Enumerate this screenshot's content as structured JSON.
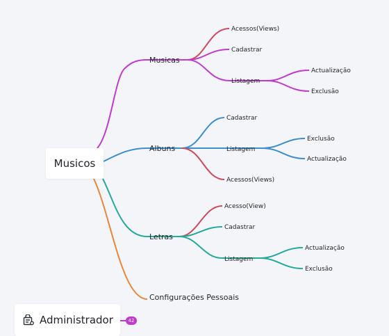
{
  "root": {
    "label": "Musicos"
  },
  "colors": {
    "musicas": "#c13ad0",
    "albuns": "#3c8ed0",
    "letras": "#24a99c",
    "config": "#e8873a",
    "red": "#d0485b",
    "purple": "#c13ad0"
  },
  "branches": {
    "musicas": {
      "label": "Musicas",
      "children": {
        "acessos": "Acessos(Views)",
        "cadastrar": "Cadastrar",
        "listagem": "Listagem",
        "listagem_children": {
          "actualizacao": "Actualização",
          "exclusao": "Exclusão"
        }
      }
    },
    "albuns": {
      "label": "Albuns",
      "children": {
        "cadastrar": "Cadastrar",
        "listagem": "Listagem",
        "acessos": "Acessos(Views)",
        "listagem_children": {
          "exclusao": "Exclusão",
          "actualizacao": "Actualização"
        }
      }
    },
    "letras": {
      "label": "Letras",
      "children": {
        "acesso": "Acesso(View)",
        "cadastrar": "Cadastrar",
        "listagem": "Listagem",
        "listagem_children": {
          "actualizacao": "Actualização",
          "exclusao": "Exclusão"
        }
      }
    },
    "config": {
      "label": "Configurações Pessoais"
    }
  },
  "admin": {
    "label": "Administrador",
    "badge": "42",
    "icon": "admin-user-icon"
  }
}
